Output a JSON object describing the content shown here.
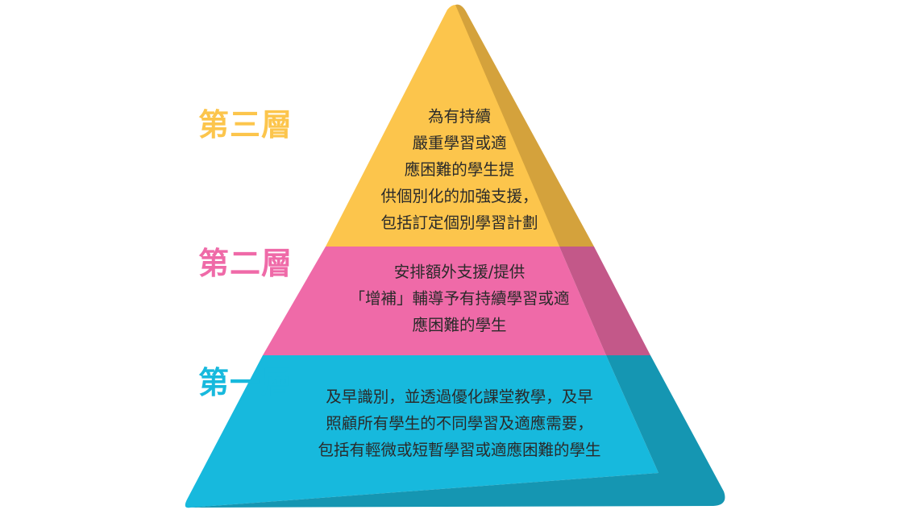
{
  "colors": {
    "tier3": "#fcc54c",
    "tier2": "#ef6aa8",
    "tier1": "#17b9dd",
    "shadow_tier3": "#d4a23c",
    "shadow_tier2": "#c35889",
    "shadow_tier1": "#1596b2"
  },
  "tiers": [
    {
      "level": 3,
      "label": "第三層",
      "lines": [
        "為有持續",
        "嚴重學習或適",
        "應困難的學生提",
        "供個別化的加強支援，",
        "包括訂定個別學習計劃"
      ]
    },
    {
      "level": 2,
      "label": "第二層",
      "lines": [
        "安排額外支援/提供",
        "「增補」輔導予有持續學習或適",
        "應困難的學生"
      ]
    },
    {
      "level": 1,
      "label": "第一層",
      "lines": [
        "及早識別，並透過優化課堂教學，及早",
        "照顧所有學生的不同學習及適應需要，",
        "包括有輕微或短暫學習或適應困難的學生"
      ]
    }
  ]
}
